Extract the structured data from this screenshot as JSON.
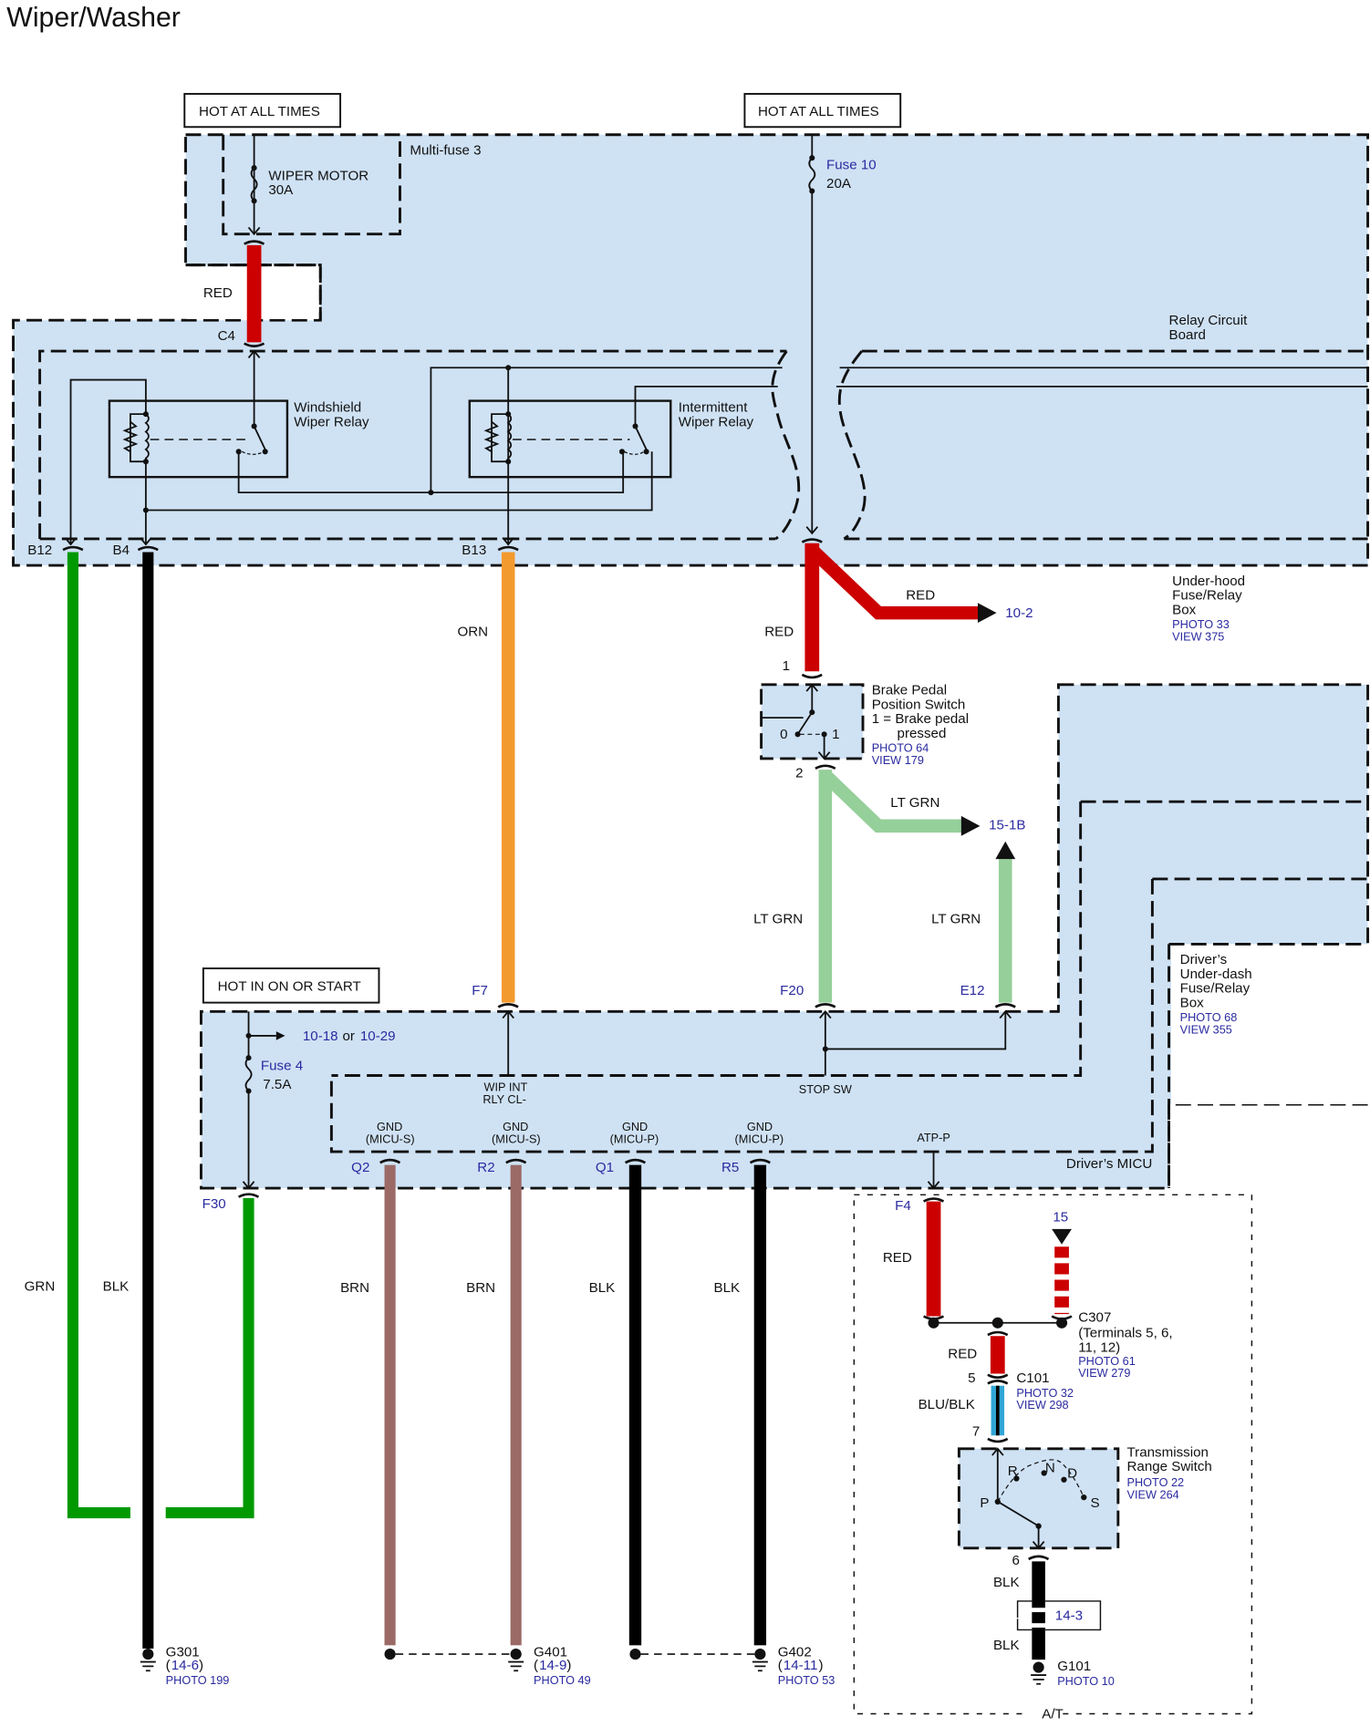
{
  "title": "Wiper/Washer",
  "colors": {
    "panel_fill": "#cfe2f4",
    "link_blue": "#2a2aa0",
    "wire_red": "#cc0000",
    "wire_green": "#009900",
    "wire_black": "#000000",
    "wire_orange": "#f39a2e",
    "wire_lt_green": "#95cf9a",
    "wire_brown": "#9b6a66",
    "wire_blue": "#31a6d6"
  },
  "power_labels": {
    "hot_at_all_times_1": "HOT AT ALL TIMES",
    "hot_at_all_times_2": "HOT AT ALL TIMES",
    "hot_in_on_or_start": "HOT IN ON OR START"
  },
  "components": {
    "multi_fuse": "Multi-fuse 3",
    "wiper_motor_fuse": {
      "name": "WIPER MOTOR",
      "rating": "30A"
    },
    "fuse10": {
      "name": "Fuse 10",
      "rating": "20A"
    },
    "relay_circuit_board": {
      "line1": "Relay Circuit",
      "line2": "Board"
    },
    "windshield_relay": {
      "line1": "Windshield",
      "line2": "Wiper Relay"
    },
    "intermittent_relay": {
      "line1": "Intermittent",
      "line2": "Wiper Relay"
    },
    "underhood_box": {
      "line1": "Under-hood",
      "line2": "Fuse/Relay",
      "line3": "Box",
      "photo": "PHOTO 33",
      "view": "VIEW 375"
    },
    "brake_switch": {
      "line1": "Brake Pedal",
      "line2": "Position Switch",
      "line3": "1 = Brake pedal",
      "line4": "pressed",
      "photo": "PHOTO 64",
      "view": "VIEW 179",
      "pos0": "0",
      "pos1": "1",
      "pin1": "1",
      "pin2": "2"
    },
    "underdash_box": {
      "line1": "Driver’s",
      "line2": "Under-dash",
      "line3": "Fuse/Relay",
      "line4": "Box",
      "photo": "PHOTO 68",
      "view": "VIEW 355"
    },
    "fuse4": {
      "name": "Fuse 4",
      "rating": "7.5A",
      "ref_a": "10-18",
      "or": "or",
      "ref_b": "10-29"
    },
    "micu": {
      "name": "Driver’s MICU",
      "wip_int_1": "WIP INT",
      "wip_int_2": "RLY CL-",
      "stop_sw": "STOP SW",
      "atp_p": "ATP-P",
      "gnd": [
        {
          "l1": "GND",
          "l2": "(MICU-S)",
          "pin": "Q2"
        },
        {
          "l1": "GND",
          "l2": "(MICU-S)",
          "pin": "R2"
        },
        {
          "l1": "GND",
          "l2": "(MICU-P)",
          "pin": "Q1"
        },
        {
          "l1": "GND",
          "l2": "(MICU-P)",
          "pin": "R5"
        }
      ]
    },
    "c307": {
      "name": "C307",
      "l2": "(Terminals 5, 6,",
      "l3": "11, 12)",
      "photo": "PHOTO 61",
      "view": "VIEW 279",
      "ref": "15"
    },
    "c101": {
      "name": "C101",
      "photo": "PHOTO 32",
      "view": "VIEW 298",
      "pin_top": "5",
      "pin_bottom": "7"
    },
    "trs": {
      "line1": "Transmission",
      "line2": "Range Switch",
      "photo": "PHOTO 22",
      "view": "VIEW 264",
      "P": "P",
      "R": "R",
      "N": "N",
      "D": "D",
      "S": "S",
      "pin": "6"
    },
    "splice_ref": "14-3",
    "at_label": "A/T"
  },
  "connectors": {
    "C4": "C4",
    "B12": "B12",
    "B4": "B4",
    "B13": "B13",
    "F7": "F7",
    "F20": "F20",
    "E12": "E12",
    "F30": "F30",
    "F4": "F4"
  },
  "wires": {
    "red_c4": "RED",
    "orn": "ORN",
    "red_main": "RED",
    "red_branch": "RED",
    "red_branch_ref": "10-2",
    "ltgrn_branch": "LT GRN",
    "ltgrn_branch_ref": "15-1B",
    "ltgrn_f20": "LT GRN",
    "ltgrn_e12": "LT GRN",
    "grn": "GRN",
    "blk_b4": "BLK",
    "brn1": "BRN",
    "brn2": "BRN",
    "blk_q1": "BLK",
    "blk_r5": "BLK",
    "red_f4": "RED",
    "red_c101": "RED",
    "blu_blk": "BLU/BLK",
    "blk_trs1": "BLK",
    "blk_trs2": "BLK"
  },
  "grounds": [
    {
      "name": "G301",
      "ref": "14-6",
      "photo": "PHOTO 199"
    },
    {
      "name": "G401",
      "ref": "14-9",
      "photo": "PHOTO 49"
    },
    {
      "name": "G402",
      "ref": "14-11",
      "photo": "PHOTO 53"
    },
    {
      "name": "G101",
      "photo": "PHOTO 10"
    }
  ]
}
